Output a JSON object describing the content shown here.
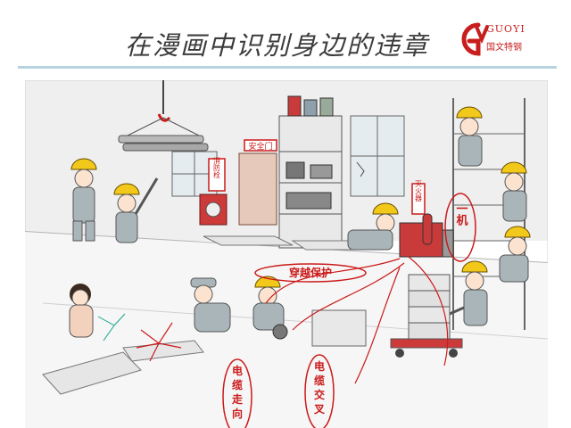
{
  "header": {
    "title": "在漫画中识别身边的违章",
    "logo_text": "GUOYI",
    "logo_subtitle": "国文特钢"
  },
  "scene": {
    "signs": {
      "fire_hydrant": "消防栓",
      "safety_door": "安全门",
      "extinguisher": "灭火器"
    },
    "annotations": {
      "cross_guardrail": "穿越保护",
      "one_machine": "一机",
      "cable_direction": [
        "电",
        "缆",
        "走",
        "向"
      ],
      "cable_crossing": [
        "电",
        "缆",
        "交",
        "叉"
      ]
    }
  },
  "colors": {
    "title_rule": "#b7d3df",
    "logo_red": "#c81e1e",
    "annotation_red": "#cc1a1a",
    "helmet_yellow": "#f2c81a",
    "uniform_grey": "#a9b5b9"
  }
}
